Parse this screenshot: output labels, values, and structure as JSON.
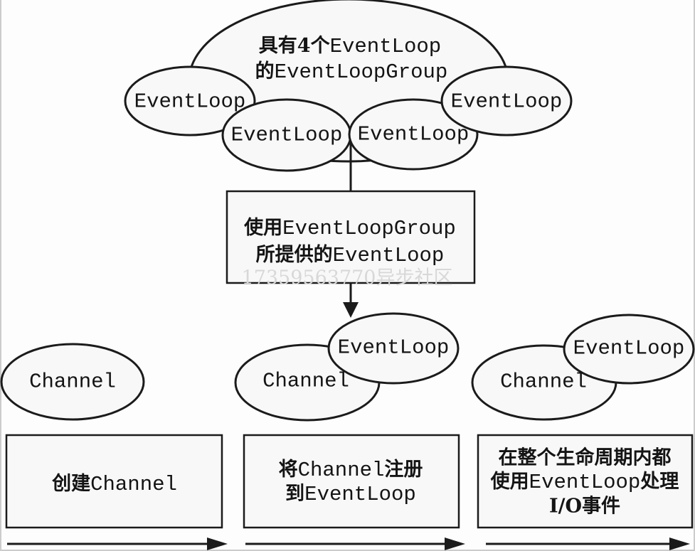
{
  "colors": {
    "stroke": "#1b1b1b",
    "shape-fill": "#f8f8f8",
    "bg": "#fdfdfd",
    "border": "#cccccc",
    "watermark": "#d8d8d8",
    "text": "#141414"
  },
  "group_ellipse": {
    "line1": [
      {
        "text": "具有4个"
      },
      {
        "text": "EventLoop"
      }
    ],
    "line2": [
      {
        "text": "的"
      },
      {
        "text": "EventLoopGroup"
      }
    ]
  },
  "event_loops": [
    {
      "label": "EventLoop"
    },
    {
      "label": "EventLoop"
    },
    {
      "label": "EventLoop"
    },
    {
      "label": "EventLoop"
    }
  ],
  "provide_box": {
    "line1": [
      {
        "text": "使用"
      },
      {
        "text": "EventLoopGroup"
      }
    ],
    "line2": [
      {
        "text": "所提供的"
      },
      {
        "text": "EventLoop"
      }
    ]
  },
  "watermark": {
    "text": "17359563770异步社区"
  },
  "steps": [
    {
      "channel": "Channel",
      "box_lines": [
        {
          "zh": "创建",
          "en": "Channel",
          "zh2": ""
        }
      ]
    },
    {
      "channel": "Channel",
      "eventloop": "EventLoop",
      "box_lines": [
        {
          "zh": "将",
          "en": "Channel",
          "zh2": "注册"
        },
        {
          "zh": "到",
          "en": "EventLoop",
          "zh2": ""
        }
      ]
    },
    {
      "channel": "Channel",
      "eventloop": "EventLoop",
      "box_lines": [
        {
          "zh": "在整个生命周期内都",
          "en": "",
          "zh2": ""
        },
        {
          "zh": "使用",
          "en": "EventLoop",
          "zh2": "处理"
        },
        {
          "zh": "I/O事件",
          "en": "",
          "zh2": ""
        }
      ]
    }
  ]
}
